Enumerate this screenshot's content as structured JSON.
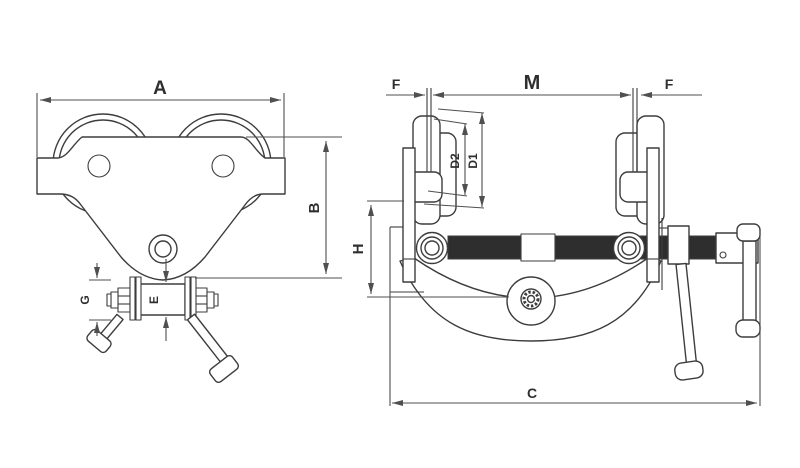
{
  "labels": {
    "A": "A",
    "B": "B",
    "C": "C",
    "D1": "D1",
    "D2": "D2",
    "E": "E",
    "F_left": "F",
    "F_right": "F",
    "G": "G",
    "H": "H",
    "M": "M"
  },
  "colors": {
    "background": "#ffffff",
    "line": "#3d3d3d",
    "dim_line": "#4f4f4f",
    "thread_fill": "#2e2e2e",
    "text": "#2f2f2f"
  }
}
